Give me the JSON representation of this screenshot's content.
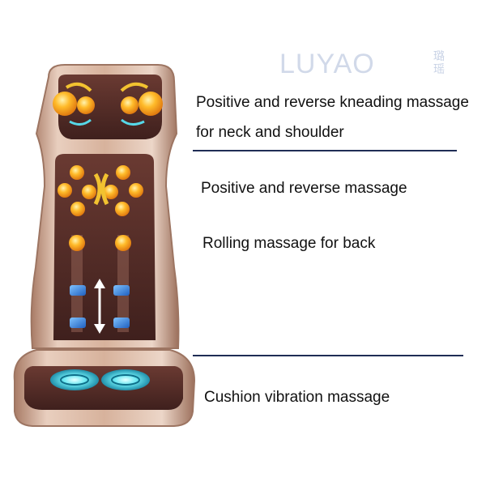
{
  "brand": {
    "name": "LUYAO",
    "name_cn": "璐瑶"
  },
  "features": {
    "neck_line1": "Positive and reverse kneading massage",
    "neck_line2": "for neck and shoulder",
    "positive_reverse": "Positive and reverse massage",
    "rolling_back": "Rolling massage for back",
    "cushion_vibration": "Cushion vibration massage"
  },
  "colors": {
    "shell": "#d9b7a2",
    "shell_dark": "#a87b66",
    "panel": "#5a2f2a",
    "node": "#f5a21b",
    "arrow": "#f2c230",
    "blue": "#2a78d8",
    "cyan": "#55e0ee",
    "rule": "#1f2d55"
  },
  "icons": {
    "massage_node": "orange-roller-node",
    "rotate_arrow": "curved-arrow",
    "roller_block": "blue-roller",
    "updown_arrow": "vertical-double-arrow",
    "vibration_pad": "cyan-vibration-ring"
  }
}
